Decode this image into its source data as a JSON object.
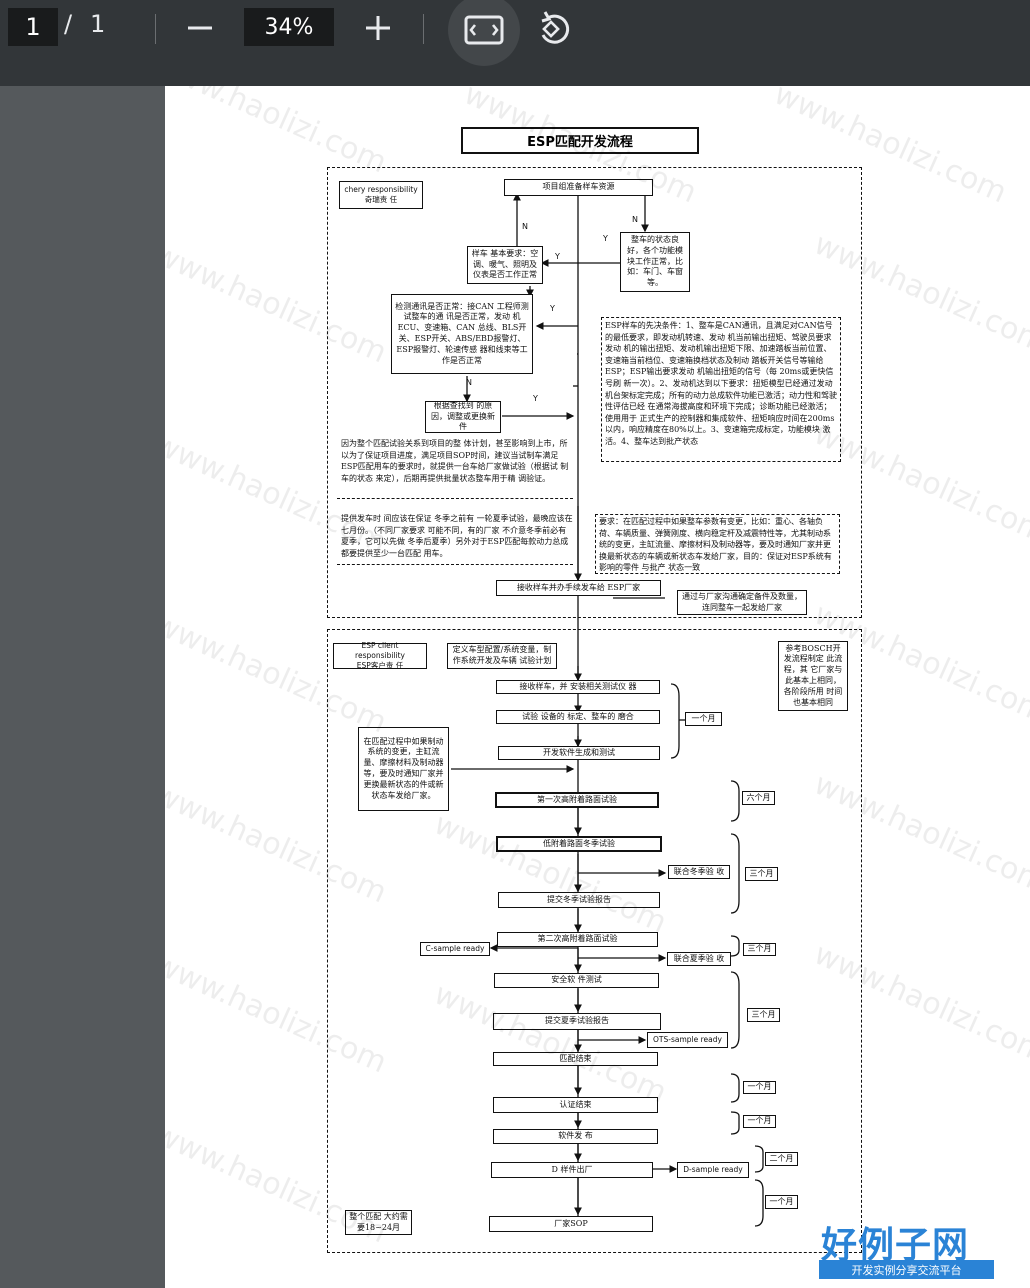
{
  "toolbar": {
    "current_page": "1",
    "separator": "/",
    "total_pages": "1",
    "zoom": "34%"
  },
  "doc": {
    "title": "ESP匹配开发流程",
    "watermark": "www.haolizi.com",
    "section1": {
      "resp_en": "chery responsibility",
      "resp_cn": "奇瑞责 任",
      "top_box": "项目组准备样车资源",
      "box_sample": "样车 基本要求：空调、暖气、照明及仪表是否工作正常",
      "box_state": "整车的状态良好，各个功能模块工作正常，比如：车门、车窗等。",
      "box_comm": "检测通讯是否正常：接CAN 工程师测试整车的通 讯是否正常，发动 机ECU、变速箱、CAN 总线、BLS开关、ESP开关、ABS/EBD报警灯、ESP报警灯、轮速传感 器和线束等工作是否正常",
      "box_fix": "根据查找到 的原因，调整或更换新件",
      "box_pre": "ESP样车的先决条件：1、整车是CAN通讯，且满足对CAN信号的最低要求，即发动机转速、发动 机当前输出扭矩、驾驶员要求发动 机的输出扭矩、发动机输出扭矩下限、加速踏板当前位置、变速箱当前档位、变速箱换档状态及制动 踏板开关信号等输给ESP；ESP输出要求发动 机输出扭矩的信号（每 20ms或更快信号刷 新一次）。2、发动机达到以下要求：扭矩模型已经通过发动 机台架标定完成；所有的动力总成软件功能已激活；动力性和驾驶性评估已经 在通常海拔高度和环境下完成；诊断功能已经激活；使用用于 正式生产的控制器和集成软件、扭矩响应时间在200ms以内，响应精度在80%以上。3、变速箱完成标定，功能模块 激活。4、整车达到批产状态",
      "note_plan": "因为整个匹配试验关系到项目的整 体计划，甚至影响到上市，所以为了保证项目进度，满足项目SOP时间，建议当试制车满足ESP匹配用车的要求时，就提供一台车给厂家做试验（根据试 制车的状态 来定），后期再提供批量状态整车用于精 调验证。",
      "note_ship": "提供发车时 间应该在保证 冬季之前有 一轮夏季试验，最晚应该在七月份。（不同厂家要求 可能不同，有的厂家 不介意冬季前必有夏季，它可以先做 冬季后夏季）另外对于ESP匹配每款动力总成都要提供至少一台匹配 用车。",
      "note_change": "要求：在匹配过程中如果整车参数有变更，比如：重心、各轴负荷、车辆质量、弹簧刚度、横向稳定杆及减震特性等，尤其制动系统的变更，主缸流量、摩擦材料及制动器等，要及时通知厂家并更换最新状态的车辆或新状态车发给厂家，目的：保证对ESP系统有影响的零件 与批产 状态一致",
      "box_receive": "接收样车并办手续发车给 ESP厂家",
      "box_comm_parts": "通过与厂家沟通确定备件及数量，连同整车一起发给厂家",
      "y1": "Y",
      "n1": "N",
      "y2": "Y",
      "n2": "N",
      "y3": "Y",
      "n3": "N",
      "y4": "Y"
    },
    "section2": {
      "resp_en": "ESP client responsibility",
      "resp_cn": "ESP客户责 任",
      "box_define": "定义车型配置/系统变量，制作系统开发及车辆 试验计划",
      "box_bosch": "参考BOSCH开发流程制定 此流程，其 它厂家与此基本上相同，各阶段所用 时间也基本相同",
      "box_note": "在匹配过程中如果制动系统的变更，主缸流量、摩擦材料及制动器等，要及时通知厂家并更换最新状态的件或新状态车发给厂家。",
      "steps": [
        "接收样车，并 安装相关测试仪 器",
        "试验 设备的 标定、整车的 磨合",
        "开发软件生成和测试",
        "第一次高附着路面试验",
        "低附着路面冬季试验",
        "联合冬季验 收",
        "提交冬季试验报告",
        "第二次高附着路面试验",
        "联合夏季验 收",
        "安全软 件测试",
        "提交夏季试验报告",
        "匹配结束",
        "认证结束",
        "软件发 布",
        "D 样件出厂",
        "厂家SOP"
      ],
      "samples": {
        "c": "C-sample ready",
        "ots": "OTS-sample ready",
        "d": "D-sample ready"
      },
      "durations": {
        "d1": "一个月",
        "d2": "六个月",
        "d3": "三个月",
        "d4": "三个月",
        "d5": "三个月",
        "d6": "一个月",
        "d7": "一个月",
        "d8": "二个月",
        "d9": "一个月"
      },
      "total": "整个匹配 大约需要18~24月"
    },
    "logo": {
      "main": "好例子网",
      "sub": "开发实例分享交流平台"
    }
  }
}
